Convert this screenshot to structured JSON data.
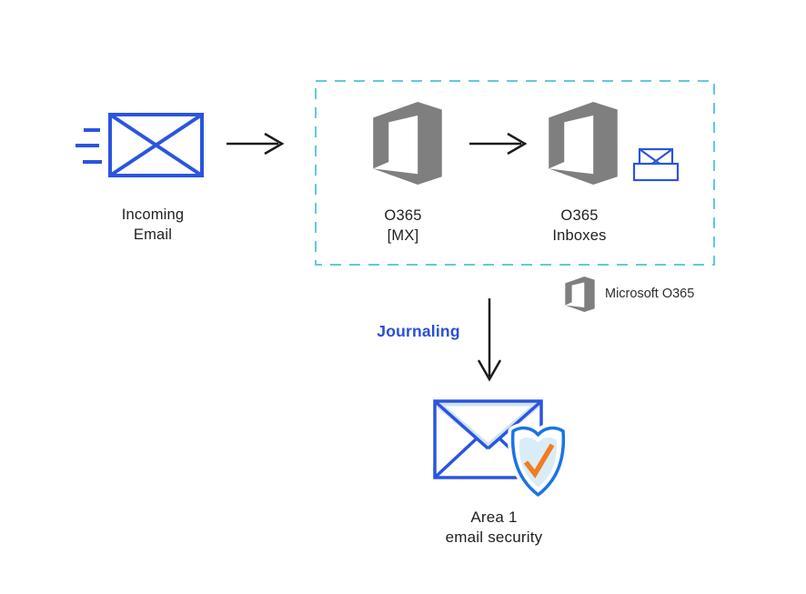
{
  "colors": {
    "primary_blue": "#2a55e0",
    "flap_light_blue": "#cfe4f2",
    "shield_blue": "#1a74e4",
    "shield_fill": "#d9edf8",
    "check_orange": "#f07d1f",
    "logo_gray": "#7f7f7f",
    "dashed_border_cyan": "#62c9dd",
    "arrow_black": "#1c1c1c",
    "journaling_blue": "#2a4fd6",
    "text_dark": "#1f1f1f"
  },
  "nodes": {
    "incoming_email": {
      "line1": "Incoming",
      "line2": "Email"
    },
    "o365_mx": {
      "line1": "O365",
      "line2": "[MX]"
    },
    "o365_inboxes": {
      "line1": "O365",
      "line2": "Inboxes"
    },
    "area1": {
      "line1": "Area 1",
      "line2": "email security"
    }
  },
  "flow": {
    "journaling_label": "Journaling"
  },
  "legend": {
    "microsoft_label": "Microsoft O365"
  },
  "icons": {
    "speed-lines-icon": "three horizontal motion dashes",
    "envelope-icon": "blue outlined envelope with X fold lines",
    "arrow-right-icon": "thin black right arrow",
    "arrow-down-icon": "thin black down arrow",
    "office365-icon": "gray Microsoft Office door logo",
    "inbox-tray-icon": "small blue envelope in tray",
    "envelope-shield-icon": "envelope with security shield",
    "shield-check-icon": "shield with orange checkmark"
  }
}
